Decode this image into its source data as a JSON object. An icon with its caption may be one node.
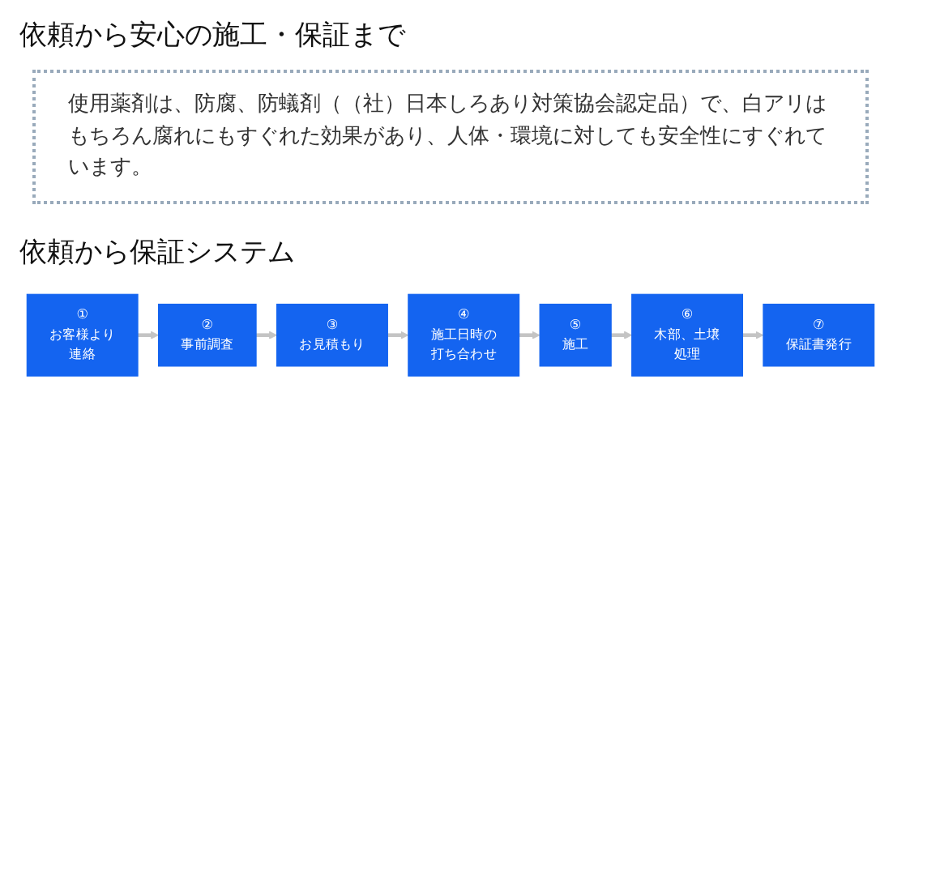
{
  "diagram": {
    "title": "依頼から安心の施工・保証まで",
    "nodes": [
      {
        "text": [
          "①",
          "お客様より連絡"
        ]
      },
      {
        "text": [
          "②",
          "事前調査"
        ]
      },
      {
        "text": [
          "③",
          "お見積もり"
        ]
      },
      {
        "text": [
          "④",
          "施工日時の打ち合わせ"
        ]
      },
      {
        "text": [
          "⑤",
          "施工"
        ]
      },
      {
        "text": [
          "⑥",
          "木部、土壌処理"
        ]
      },
      {
        "text": [
          "⑦",
          "保証書発行"
        ]
      }
    ],
    "edges": [
      {
        "from": 0,
        "to": 1,
        "arrow": "to"
      },
      {
        "from": 1,
        "to": 2,
        "arrow": "to"
      },
      {
        "from": 2,
        "to": 3,
        "arrow": "to"
      },
      {
        "from": 3,
        "to": 4,
        "arrow": "to"
      },
      {
        "from": 4,
        "to": 5,
        "arrow": "to"
      },
      {
        "from": 5,
        "to": 6,
        "arrow": "to"
      }
    ],
    "labels": [
      "使用薬剤は、防腐、防蟻剤（（社）日本しろあり対策協会認定品）で、白アリはもちろん腐れにもすぐれた効果があり、人体・環境に対しても安全性にすぐれています。",
      "依頼から保証システム"
    ]
  }
}
